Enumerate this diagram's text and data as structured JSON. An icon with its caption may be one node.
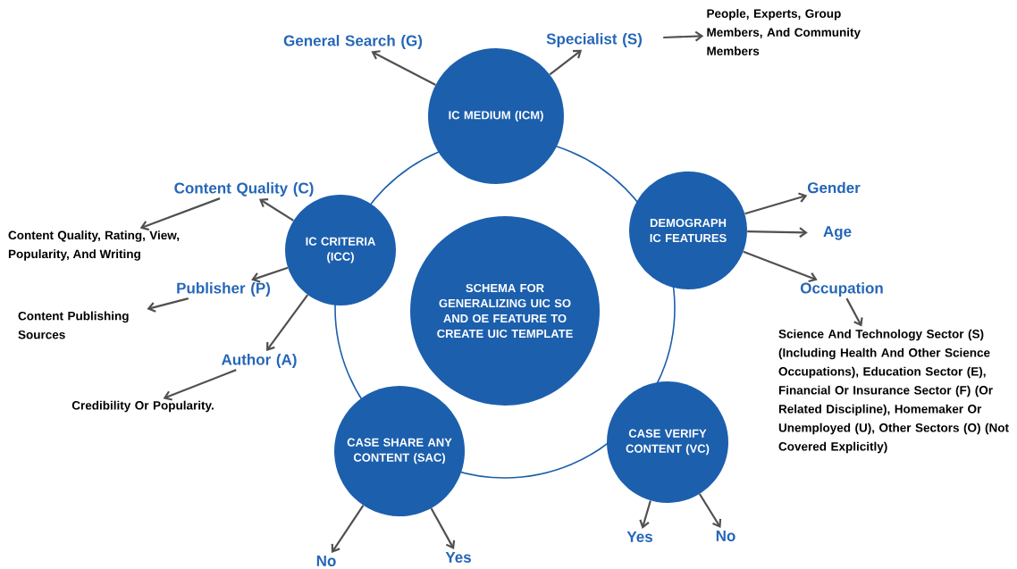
{
  "diagram": {
    "nodes": [
      {
        "text": [
          "SCHEMA FOR GENERALIZING UIC SO AND OE FEATURE TO CREATE UIC TEMPLATE"
        ]
      },
      {
        "text": [
          "IC MEDIUM (ICM)"
        ]
      },
      {
        "text": [
          "DEMOGRAPH IC FEATURES"
        ]
      },
      {
        "text": [
          "CASE VERIFY CONTENT (VC)"
        ]
      },
      {
        "text": [
          "CASE SHARE ANY CONTENT (SAC)"
        ]
      },
      {
        "text": [
          "IC CRITERIA (ICC)"
        ]
      },
      {
        "text": [
          "General Search (G)"
        ]
      },
      {
        "text": [
          "Specialist (S)"
        ]
      },
      {
        "text": [
          "People, Experts, Group Members, And Community Members"
        ]
      },
      {
        "text": [
          "Gender"
        ]
      },
      {
        "text": [
          "Age"
        ]
      },
      {
        "text": [
          "Occupation"
        ]
      },
      {
        "text": [
          "Science And Technology Sector (S) (Including Health And Other Science Occupations), Education Sector (E), Financial Or Insurance Sector (F) (Or Related Discipline), Homemaker Or Unemployed (U), Other Sectors (O) (Not Covered Explicitly)"
        ]
      },
      {
        "text": [
          "Content Quality (C)"
        ]
      },
      {
        "text": [
          "Content Quality, Rating, View, Popularity, And Writing"
        ]
      },
      {
        "text": [
          "Publisher (P)"
        ]
      },
      {
        "text": [
          "Content Publishing Sources"
        ]
      },
      {
        "text": [
          "Author (A)"
        ]
      },
      {
        "text": [
          "Credibility Or Popularity."
        ]
      },
      {
        "text": [
          "No"
        ]
      },
      {
        "text": [
          "Yes"
        ]
      },
      {
        "text": [
          "Yes"
        ]
      },
      {
        "text": [
          "No"
        ]
      }
    ],
    "edges": [
      {
        "from": 1,
        "to": 6,
        "arrow": "to"
      },
      {
        "from": 1,
        "to": 7,
        "arrow": "to"
      },
      {
        "from": 7,
        "to": 8,
        "arrow": "to"
      },
      {
        "from": 2,
        "to": 9,
        "arrow": "to"
      },
      {
        "from": 2,
        "to": 10,
        "arrow": "to"
      },
      {
        "from": 2,
        "to": 11,
        "arrow": "to"
      },
      {
        "from": 11,
        "to": 12,
        "arrow": "to"
      },
      {
        "from": 5,
        "to": 13,
        "arrow": "to"
      },
      {
        "from": 13,
        "to": 14,
        "arrow": "to"
      },
      {
        "from": 5,
        "to": 15,
        "arrow": "to"
      },
      {
        "from": 15,
        "to": 16,
        "arrow": "to"
      },
      {
        "from": 5,
        "to": 17,
        "arrow": "to"
      },
      {
        "from": 17,
        "to": 18,
        "arrow": "to"
      },
      {
        "from": 4,
        "to": 19,
        "arrow": "to"
      },
      {
        "from": 4,
        "to": 20,
        "arrow": "to"
      },
      {
        "from": 3,
        "to": 21,
        "arrow": "to"
      },
      {
        "from": 3,
        "to": 22,
        "arrow": "to"
      }
    ]
  }
}
